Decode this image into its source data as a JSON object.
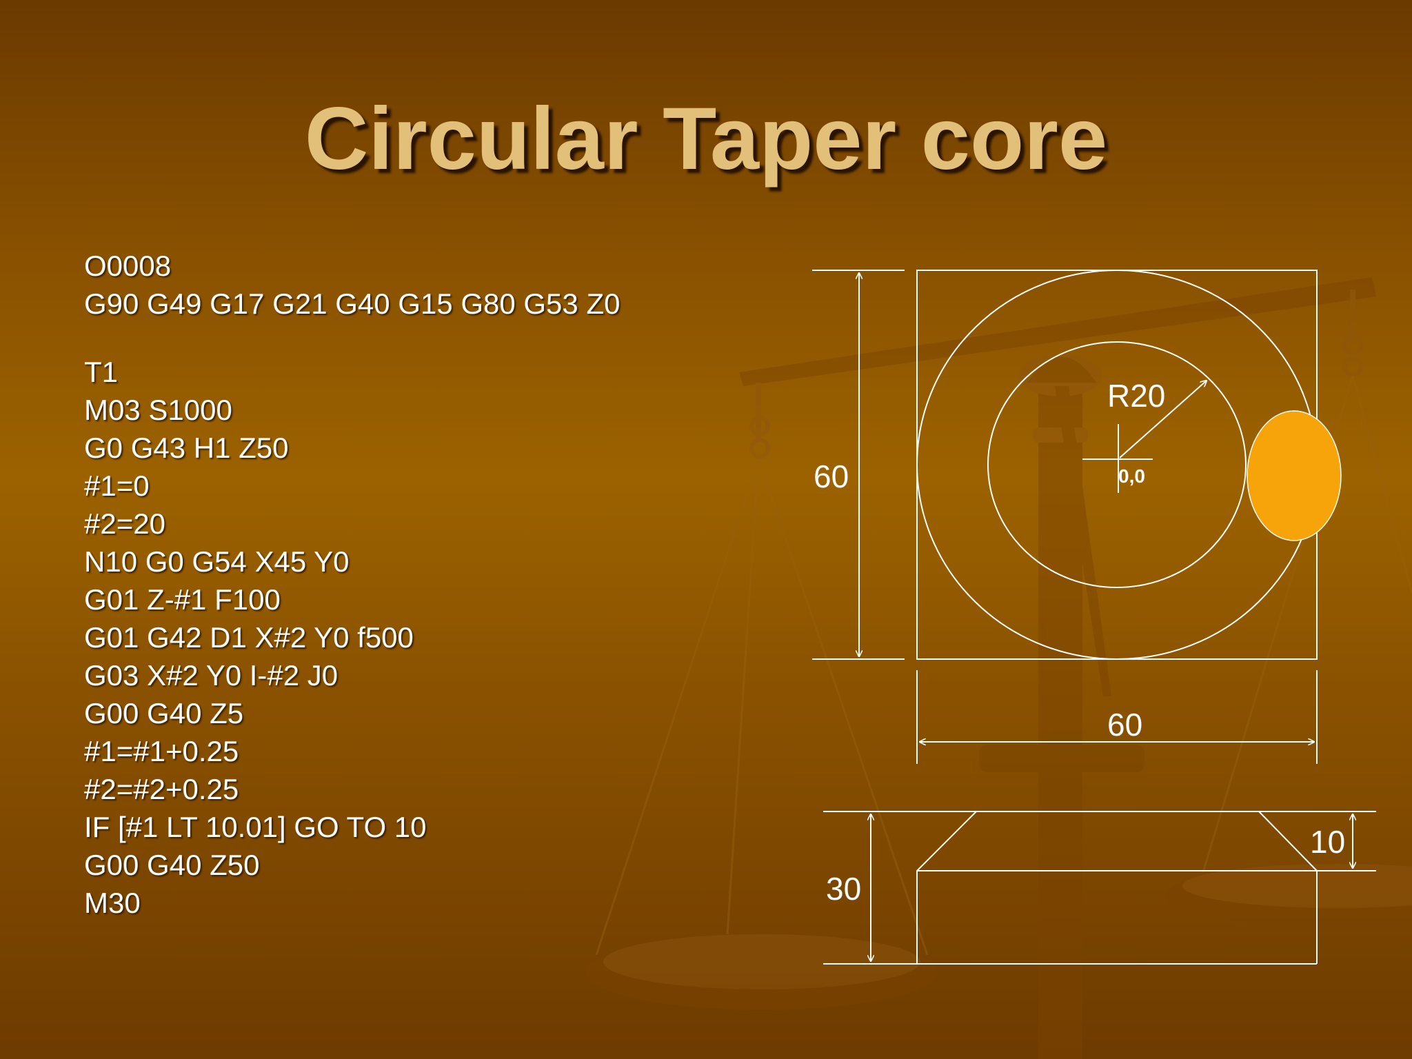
{
  "title": "Circular Taper core",
  "program": {
    "header_lines": [
      "O0008",
      "G90 G49 G17 G21 G40 G15 G80 G53 Z0"
    ],
    "body_lines": [
      "T1",
      "M03 S1000",
      "G0 G43 H1 Z50",
      "#1=0",
      "#2=20",
      "N10 G0 G54 X45 Y0",
      "G01 Z-#1 F100",
      "G01 G42 D1 X#2 Y0 f500",
      "G03 X#2 Y0 I-#2 J0",
      "G00 G40 Z5",
      "#1=#1+0.25",
      "#2=#2+0.25",
      "IF [#1 LT 10.01] GO TO 10",
      "G00 G40 Z50",
      "M30"
    ]
  },
  "drawing": {
    "top_view": {
      "height_dim": "60",
      "width_dim": "60",
      "radius_label": "R20",
      "origin_label": "0,0"
    },
    "side_view": {
      "total_height_dim": "30",
      "taper_height_dim": "10"
    },
    "colors": {
      "line": "#ffffff",
      "tool": "#f7a30a",
      "title": "#e3c07a"
    }
  }
}
